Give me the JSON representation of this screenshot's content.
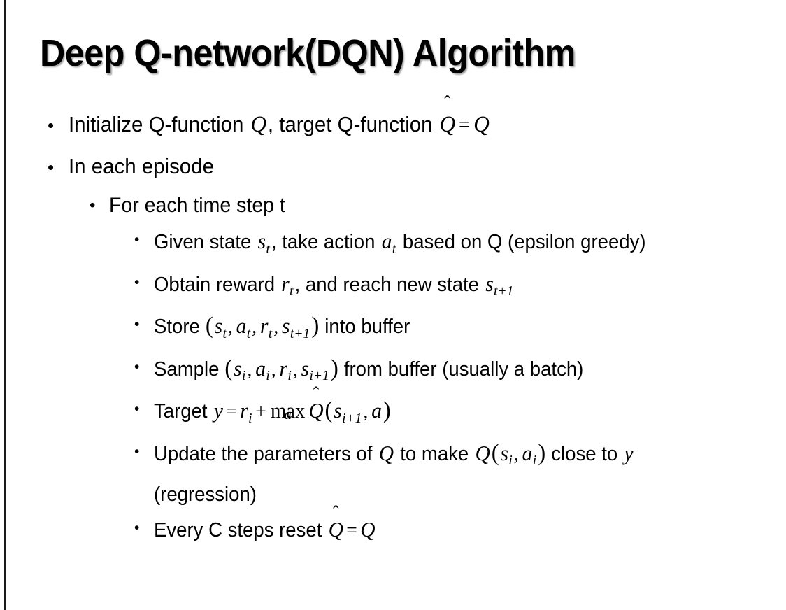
{
  "slide": {
    "title": "Deep Q-network(DQN) Algorithm",
    "bullet_marker": "•",
    "background_color": "#ffffff",
    "text_color": "#000000",
    "rule_color": "#1a1a1a"
  },
  "content": {
    "b1": {
      "level": 1,
      "text_plain": "Initialize Q-function Q, target Q-function Q̂ = Q",
      "pre": "Initialize Q-function ",
      "var1": "Q",
      "mid": ", target Q-function ",
      "qhat": "Q",
      "hat": "̂",
      "eq": "=",
      "var2": "Q"
    },
    "b2": {
      "level": 1,
      "text_plain": "In each episode",
      "text": "In each episode"
    },
    "b3": {
      "level": 2,
      "text_plain": "For each time step t",
      "text": "For each time step t"
    },
    "b4": {
      "level": 3,
      "text_plain": "Given state s_t, take action a_t based on Q (epsilon greedy)",
      "pre": "Given state ",
      "s": "s",
      "s_sub": "t",
      "mid": ", take action ",
      "a": "a",
      "a_sub": "t",
      "post": " based on Q (epsilon greedy)"
    },
    "b5": {
      "level": 3,
      "text_plain": "Obtain reward r_t, and reach new state s_{t+1}",
      "pre": "Obtain reward ",
      "r": "r",
      "r_sub": "t",
      "mid": ", and reach new state ",
      "s": "s",
      "s_sub": "t+1"
    },
    "b6": {
      "level": 3,
      "text_plain": "Store (s_t, a_t, r_t, s_{t+1}) into buffer",
      "pre": "Store ",
      "open": "(",
      "s": "s",
      "s_sub": "t",
      "a": "a",
      "a_sub": "t",
      "r": "r",
      "r_sub": "t",
      "s2": "s",
      "s2_sub": "t+1",
      "close": ")",
      "post": " into buffer"
    },
    "b7": {
      "level": 3,
      "text_plain": "Sample (s_i, a_i, r_i, s_{i+1}) from buffer (usually a batch)",
      "pre": "Sample ",
      "open": "(",
      "s": "s",
      "s_sub": "i",
      "a": "a",
      "a_sub": "i",
      "r": "r",
      "r_sub": "i",
      "s2": "s",
      "s2_sub": "i+1",
      "close": ")",
      "post": " from buffer (usually a batch)"
    },
    "b8": {
      "level": 3,
      "text_plain": "Target y = r_i + max_a Q̂(s_{i+1}, a)",
      "pre": "Target ",
      "y": "y",
      "eq": "=",
      "r": "r",
      "r_sub": "i",
      "plus": "+",
      "max": "max",
      "max_lim": "a",
      "qhat": "Q",
      "hat": "̂",
      "open": "(",
      "s": "s",
      "s_sub": "i+1",
      "a": "a",
      "close": ")"
    },
    "b9": {
      "level": 3,
      "text_plain": "Update the parameters of Q to make Q(s_i, a_i) close to y (regression)",
      "pre": "Update the parameters of ",
      "q1": "Q",
      "mid": " to make ",
      "q2": "Q",
      "open": "(",
      "s": "s",
      "s_sub": "i",
      "a": "a",
      "a_sub": "i",
      "close": ")",
      "post": " close to ",
      "y": "y",
      "tail": " (regression)"
    },
    "b10": {
      "level": 3,
      "text_plain": "Every C steps reset Q̂ = Q",
      "pre": "Every C steps reset ",
      "qhat": "Q",
      "hat": "̂",
      "eq": "=",
      "q": "Q"
    }
  }
}
